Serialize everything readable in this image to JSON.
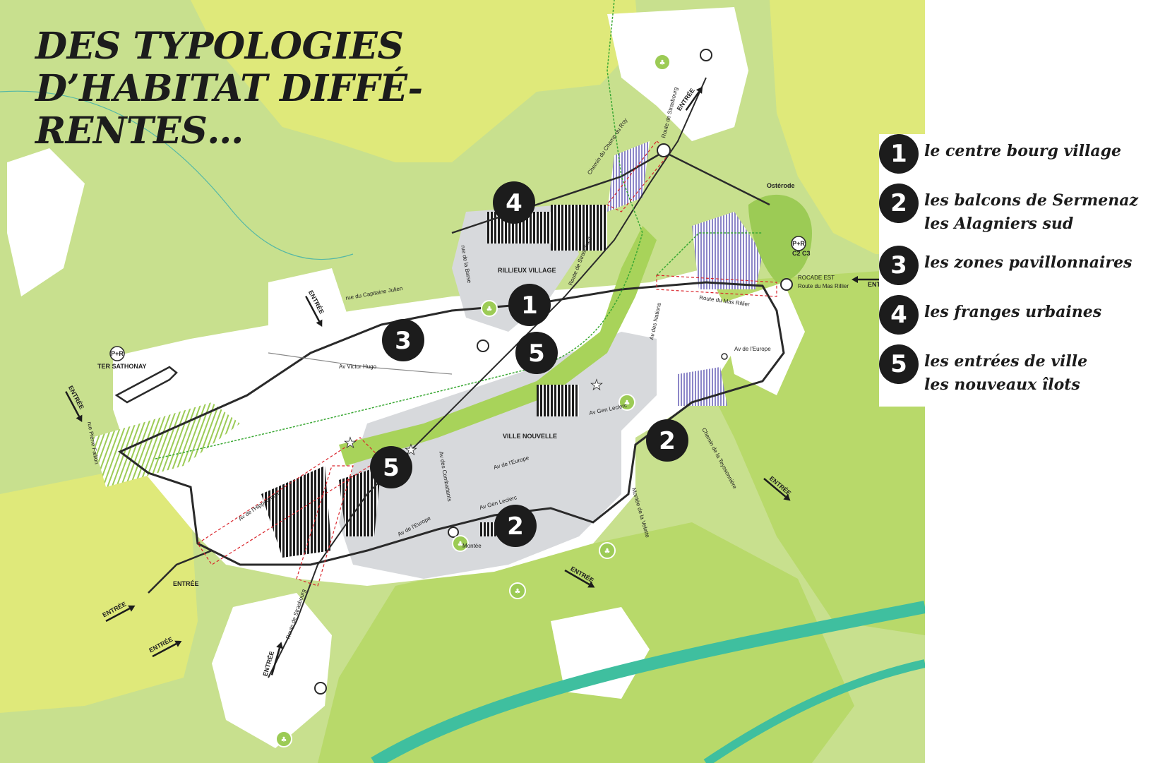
{
  "title": {
    "line1": "DES TYPOLOGIES",
    "line2": "D’HABITAT DIFFÉ-",
    "line3": "RENTES…"
  },
  "legend": [
    {
      "number": "1",
      "lines": [
        "le centre bourg village"
      ]
    },
    {
      "number": "2",
      "lines": [
        "les balcons de Sermenaz",
        "les Alagniers sud"
      ]
    },
    {
      "number": "3",
      "lines": [
        "les zones pavillonnaires"
      ]
    },
    {
      "number": "4",
      "lines": [
        "les franges urbaines"
      ]
    },
    {
      "number": "5",
      "lines": [
        "les entrées de ville",
        "les nouveaux îlots"
      ]
    }
  ],
  "map": {
    "colors": {
      "light_green": "#c8e08e",
      "yellow_green": "#dfe97a",
      "lime": "#b8d96a",
      "urban_gray": "#d7d9dc",
      "teal_river": "#3fbf9f",
      "road": "#2a2a2a",
      "green_path": "#3aa834",
      "red_dash": "#d9242b",
      "purple_hatch": "#8c86c8"
    },
    "place_labels": {
      "rillieux": "RILLIEUX VILLAGE",
      "ville_nouvelle": "VILLE NOUVELLE",
      "osterode": "Ostérode",
      "rocade": "ROCADE EST",
      "mas_rillier": "Route du Mas Rillier",
      "ter": "TER SATHONAY",
      "pr": "P+R",
      "c2c3": "C2 C3"
    },
    "street_labels": {
      "capitaine_julien": "rue du Capitaine Julien",
      "victor_hugo": "Av Victor Hugo",
      "pierre_faillon": "rue Pierre Faillon",
      "hippodrome": "Av de l'Hippodrome",
      "europe_sw": "Av de l'Europe",
      "europe_c": "Av de l'Europe",
      "europe_e": "Av de l'Europe",
      "combattants": "Av des Combattants",
      "gen_leclerc_s": "Av Gen Leclerc",
      "gen_leclerc_n": "Av Gen Leclerc",
      "montee": "Montée",
      "montee_velette": "Montée de la Velette",
      "teyssonniere": "Chemin de la Teyssonnière",
      "nations": "Av des Nations",
      "mas_rillier_road": "Route du Mas Rillier",
      "strasbourg_n": "Route de Strasbourg",
      "strasbourg_c": "Route de Strasbourg",
      "strasbourg_s": "Route de Strasbourg",
      "champ_roy": "Chemin du Champ du Roy",
      "barse": "rue de la Barse"
    },
    "entry_label": "ENTRÉE",
    "markers": [
      "4",
      "1",
      "3",
      "5",
      "5",
      "2",
      "2"
    ]
  }
}
